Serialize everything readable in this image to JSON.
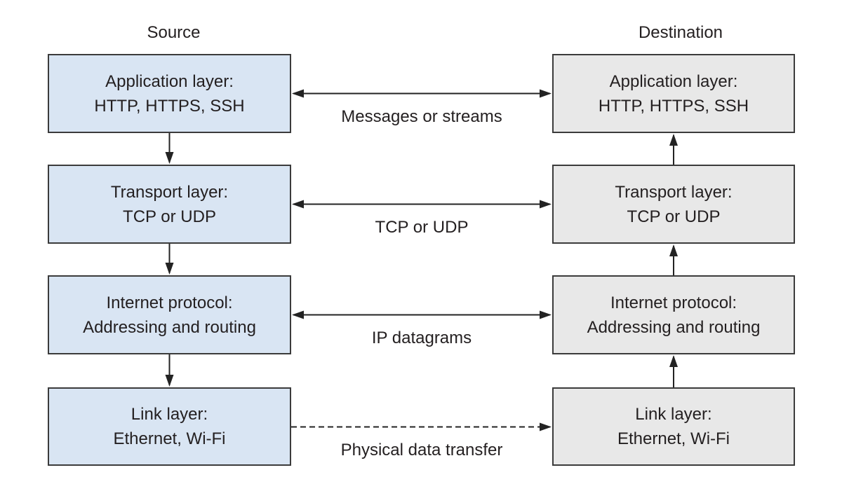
{
  "diagram": {
    "source_title": "Source",
    "destination_title": "Destination",
    "layers": [
      {
        "id": "application",
        "source": {
          "line1": "Application layer:",
          "line2": "HTTP, HTTPS, SSH"
        },
        "destination": {
          "line1": "Application layer:",
          "line2": "HTTP, HTTPS, SSH"
        },
        "channel_label": "Messages or streams",
        "channel_arrow": "solid-double-headed"
      },
      {
        "id": "transport",
        "source": {
          "line1": "Transport layer:",
          "line2": "TCP or UDP"
        },
        "destination": {
          "line1": "Transport layer:",
          "line2": "TCP or UDP"
        },
        "channel_label": "TCP or UDP",
        "channel_arrow": "solid-double-headed"
      },
      {
        "id": "internet",
        "source": {
          "line1": "Internet protocol:",
          "line2": "Addressing and routing"
        },
        "destination": {
          "line1": "Internet protocol:",
          "line2": "Addressing and routing"
        },
        "channel_label": "IP datagrams",
        "channel_arrow": "solid-double-headed"
      },
      {
        "id": "link",
        "source": {
          "line1": "Link layer:",
          "line2": "Ethernet, Wi-Fi"
        },
        "destination": {
          "line1": "Link layer:",
          "line2": "Ethernet, Wi-Fi"
        },
        "channel_label": "Physical data transfer",
        "channel_arrow": "dashed-single-headed"
      }
    ],
    "flow": {
      "source_column_arrows": "downward",
      "destination_column_arrows": "upward"
    },
    "colors": {
      "source_box_fill": "#d9e5f3",
      "destination_box_fill": "#e8e8e8",
      "box_border": "#3b3b3b",
      "arrow": "#232323",
      "text": "#231f20"
    }
  }
}
